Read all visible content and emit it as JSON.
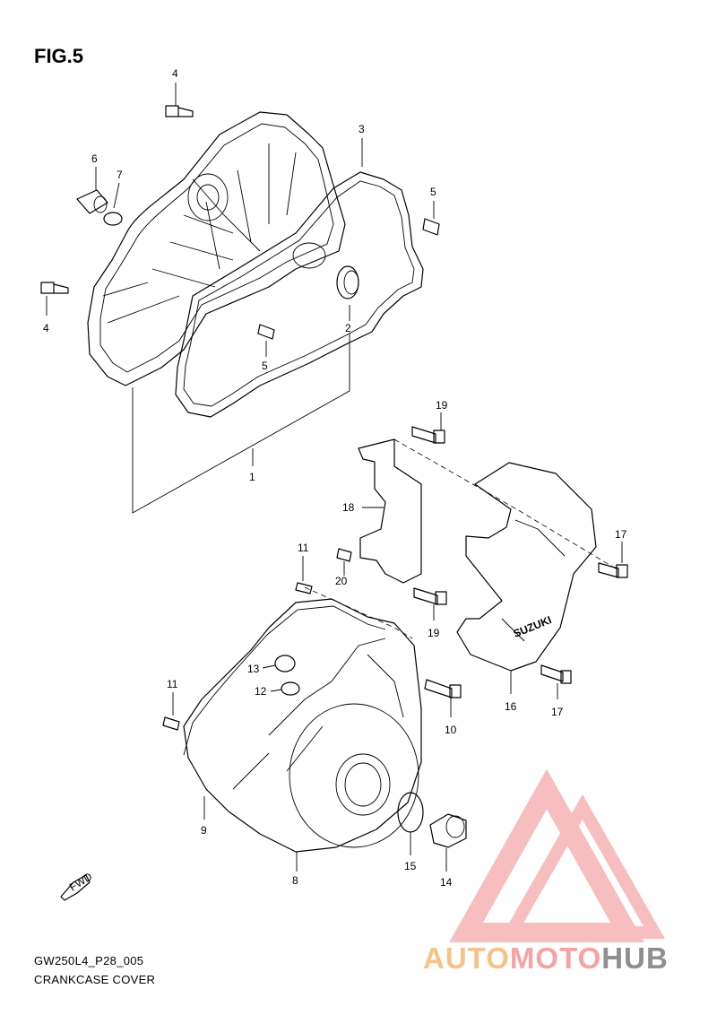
{
  "figure": {
    "title": "FIG.5"
  },
  "footer": {
    "code": "GW250L4_P28_005",
    "name": "CRANKCASE COVER"
  },
  "fwd_label": "FWD",
  "cover_brand": "SUZUKI",
  "watermark": {
    "part_a": "AUTO",
    "part_b": "MOTO",
    "part_c": "HUB"
  },
  "callouts": [
    "1",
    "2",
    "3",
    "4",
    "4",
    "5",
    "5",
    "6",
    "7",
    "8",
    "9",
    "10",
    "11",
    "11",
    "12",
    "13",
    "14",
    "15",
    "16",
    "17",
    "17",
    "18",
    "19",
    "19",
    "20"
  ],
  "colors": {
    "ink": "#000000",
    "watermark_red": "#f08a8a",
    "watermark_orange": "#f5c28a",
    "watermark_gray": "#8f8f8f"
  }
}
